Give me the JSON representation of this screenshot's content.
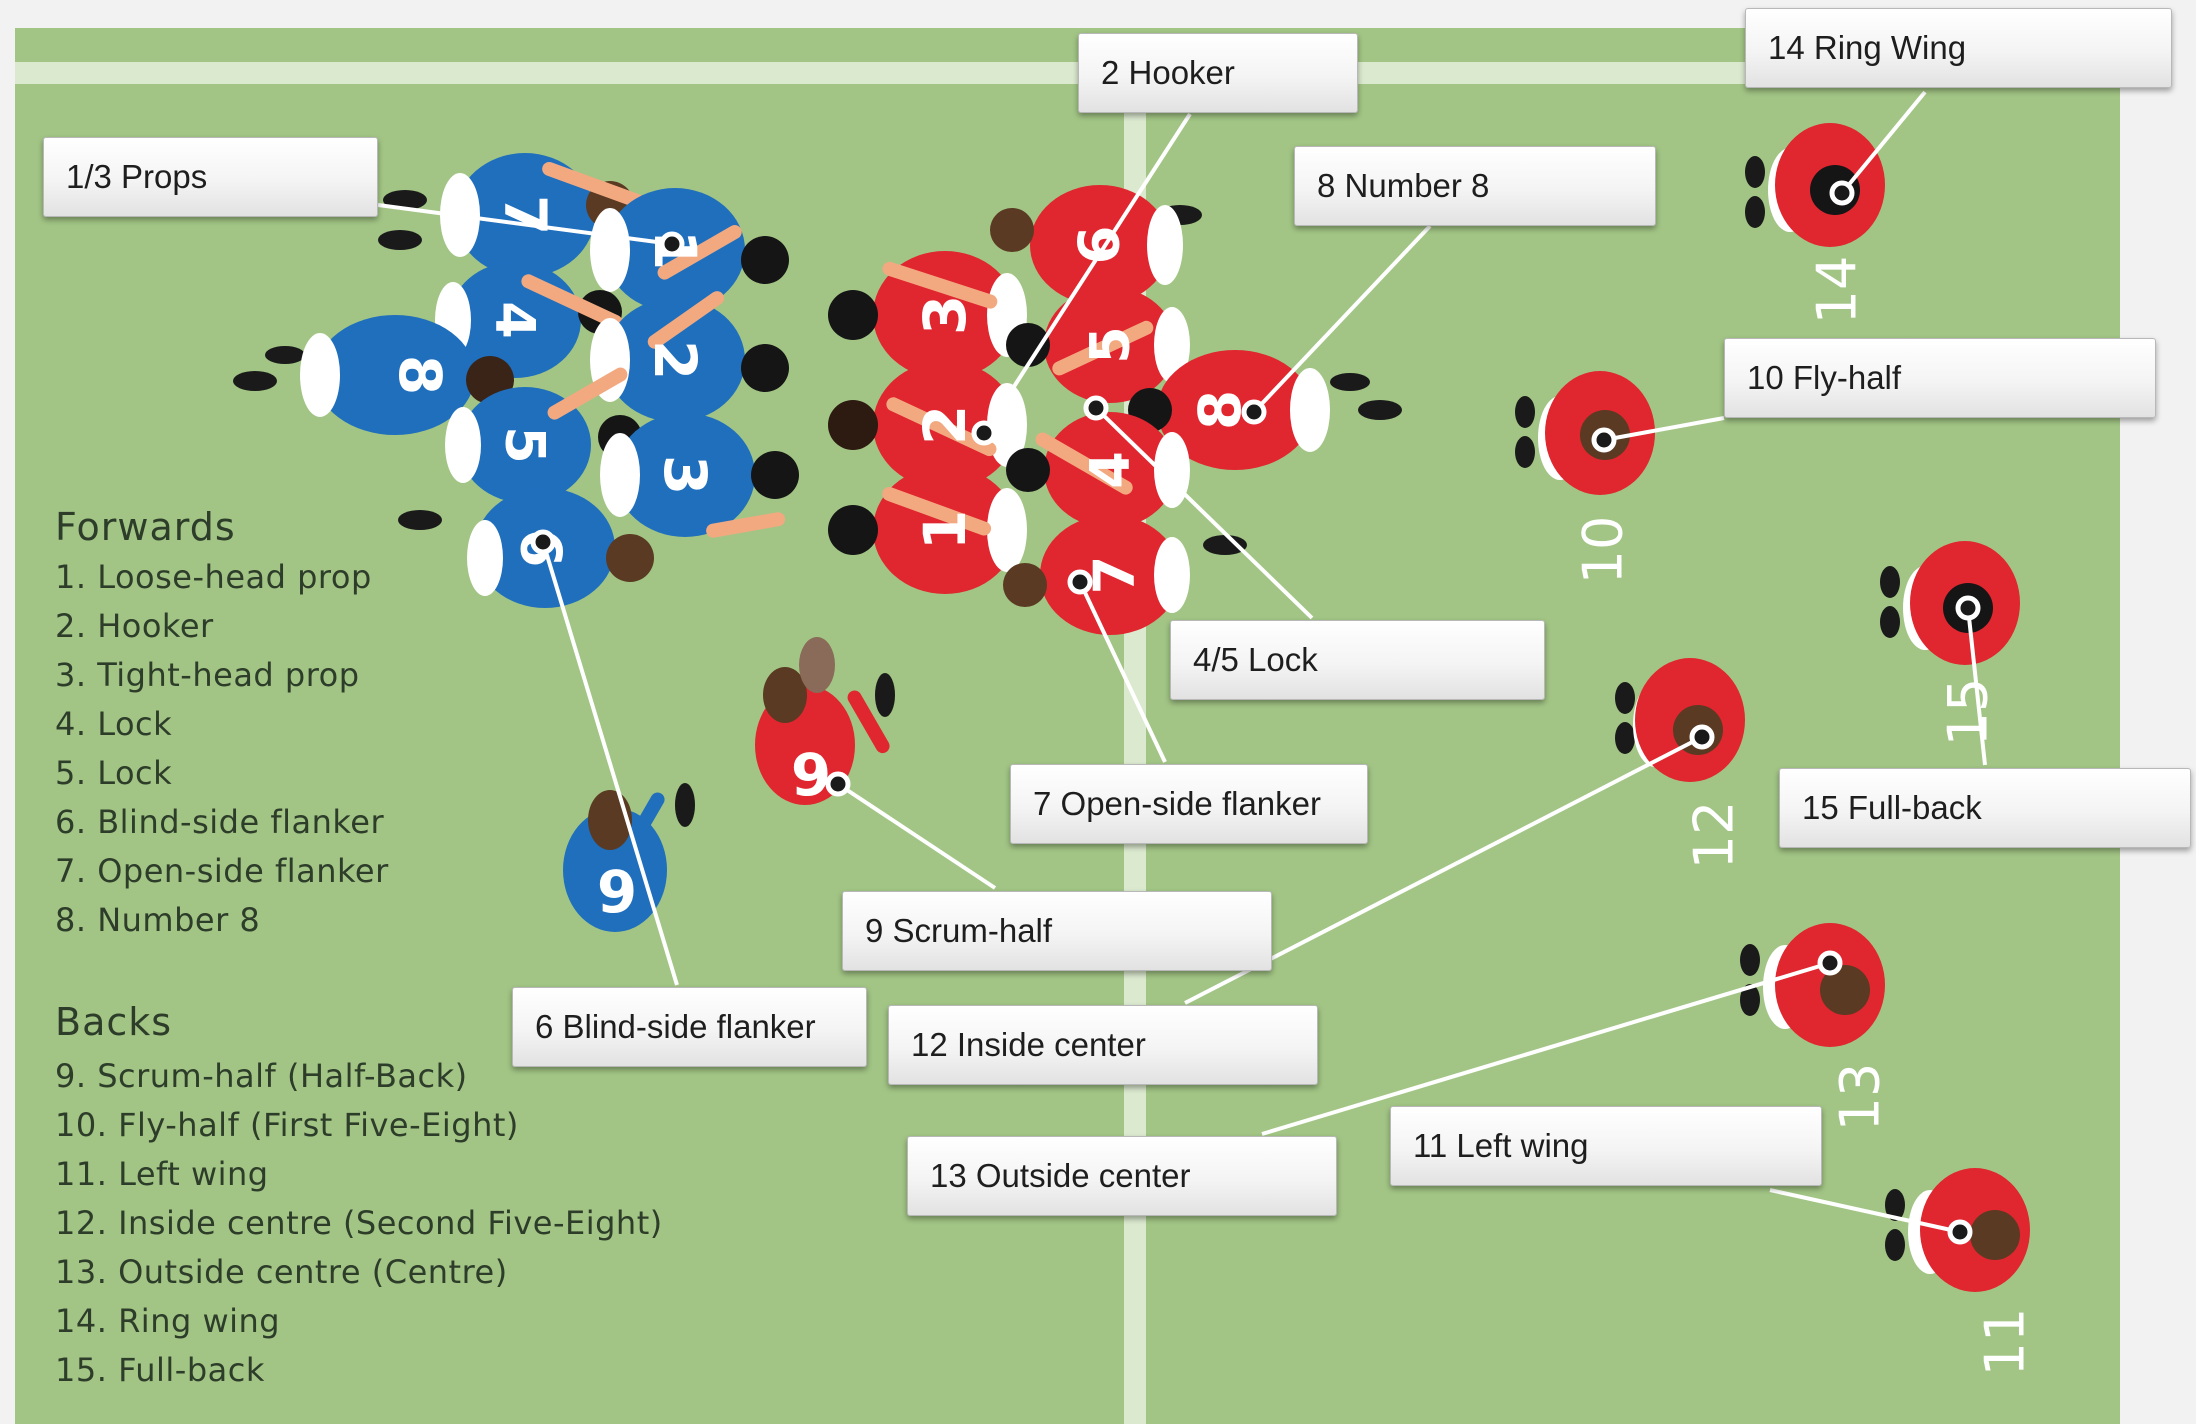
{
  "colors": {
    "field": "#a2c585",
    "field_line": "#dbe9cf",
    "team_blue": "#1f6fbd",
    "team_red": "#e0262f",
    "connector": "#ffffff",
    "legend_text": "#2d3d2a"
  },
  "callouts": {
    "props": "1/3 Props",
    "hooker": "2 Hooker",
    "ring_wing": "14 Ring Wing",
    "number8": "8 Number 8",
    "fly_half": "10 Fly-half",
    "lock": "4/5 Lock",
    "full_back": "15 Full-back",
    "open_side": "7 Open-side flanker",
    "scrum_half": "9 Scrum-half",
    "blind_side": "6 Blind-side flanker",
    "inside_center": "12 Inside center",
    "outside_center": "13 Outside center",
    "left_wing": "11 Left wing"
  },
  "legend": {
    "forwards_title": "Forwards",
    "forwards": [
      "1. Loose-head prop",
      "2. Hooker",
      "3. Tight-head prop",
      "4. Lock",
      "5. Lock",
      "6. Blind-side flanker",
      "7. Open-side flanker",
      "8. Number 8"
    ],
    "backs_title": "Backs",
    "backs": [
      "9. Scrum-half (Half-Back)",
      "10. Fly-half (First Five-Eight)",
      "11. Left wing",
      "12. Inside centre (Second Five-Eight)",
      "13. Outside centre (Centre)",
      "14. Ring wing",
      "15. Full-back"
    ]
  },
  "players": {
    "blue": [
      "7",
      "1",
      "4",
      "2",
      "8",
      "5",
      "3",
      "6",
      "9"
    ],
    "red": [
      "6",
      "3",
      "5",
      "2",
      "8",
      "4",
      "1",
      "7",
      "9",
      "14",
      "10",
      "15",
      "12",
      "13",
      "11"
    ]
  }
}
